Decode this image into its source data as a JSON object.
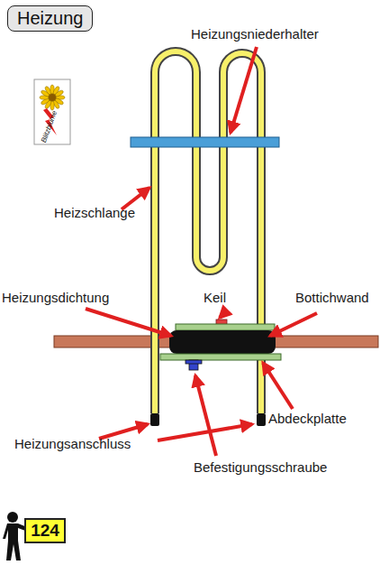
{
  "diagram": {
    "title": "Heizung",
    "nodes": [
      {
        "text": [
          "124"
        ]
      }
    ],
    "labels": [
      "Heizungsniederhalter",
      "Heizschlange",
      "Heizungsdichtung",
      "Keil",
      "Bottichwand",
      "Abdeckplatte",
      "Heizungsanschluss",
      "Befestigungsschraube",
      "Blitzblume"
    ]
  }
}
